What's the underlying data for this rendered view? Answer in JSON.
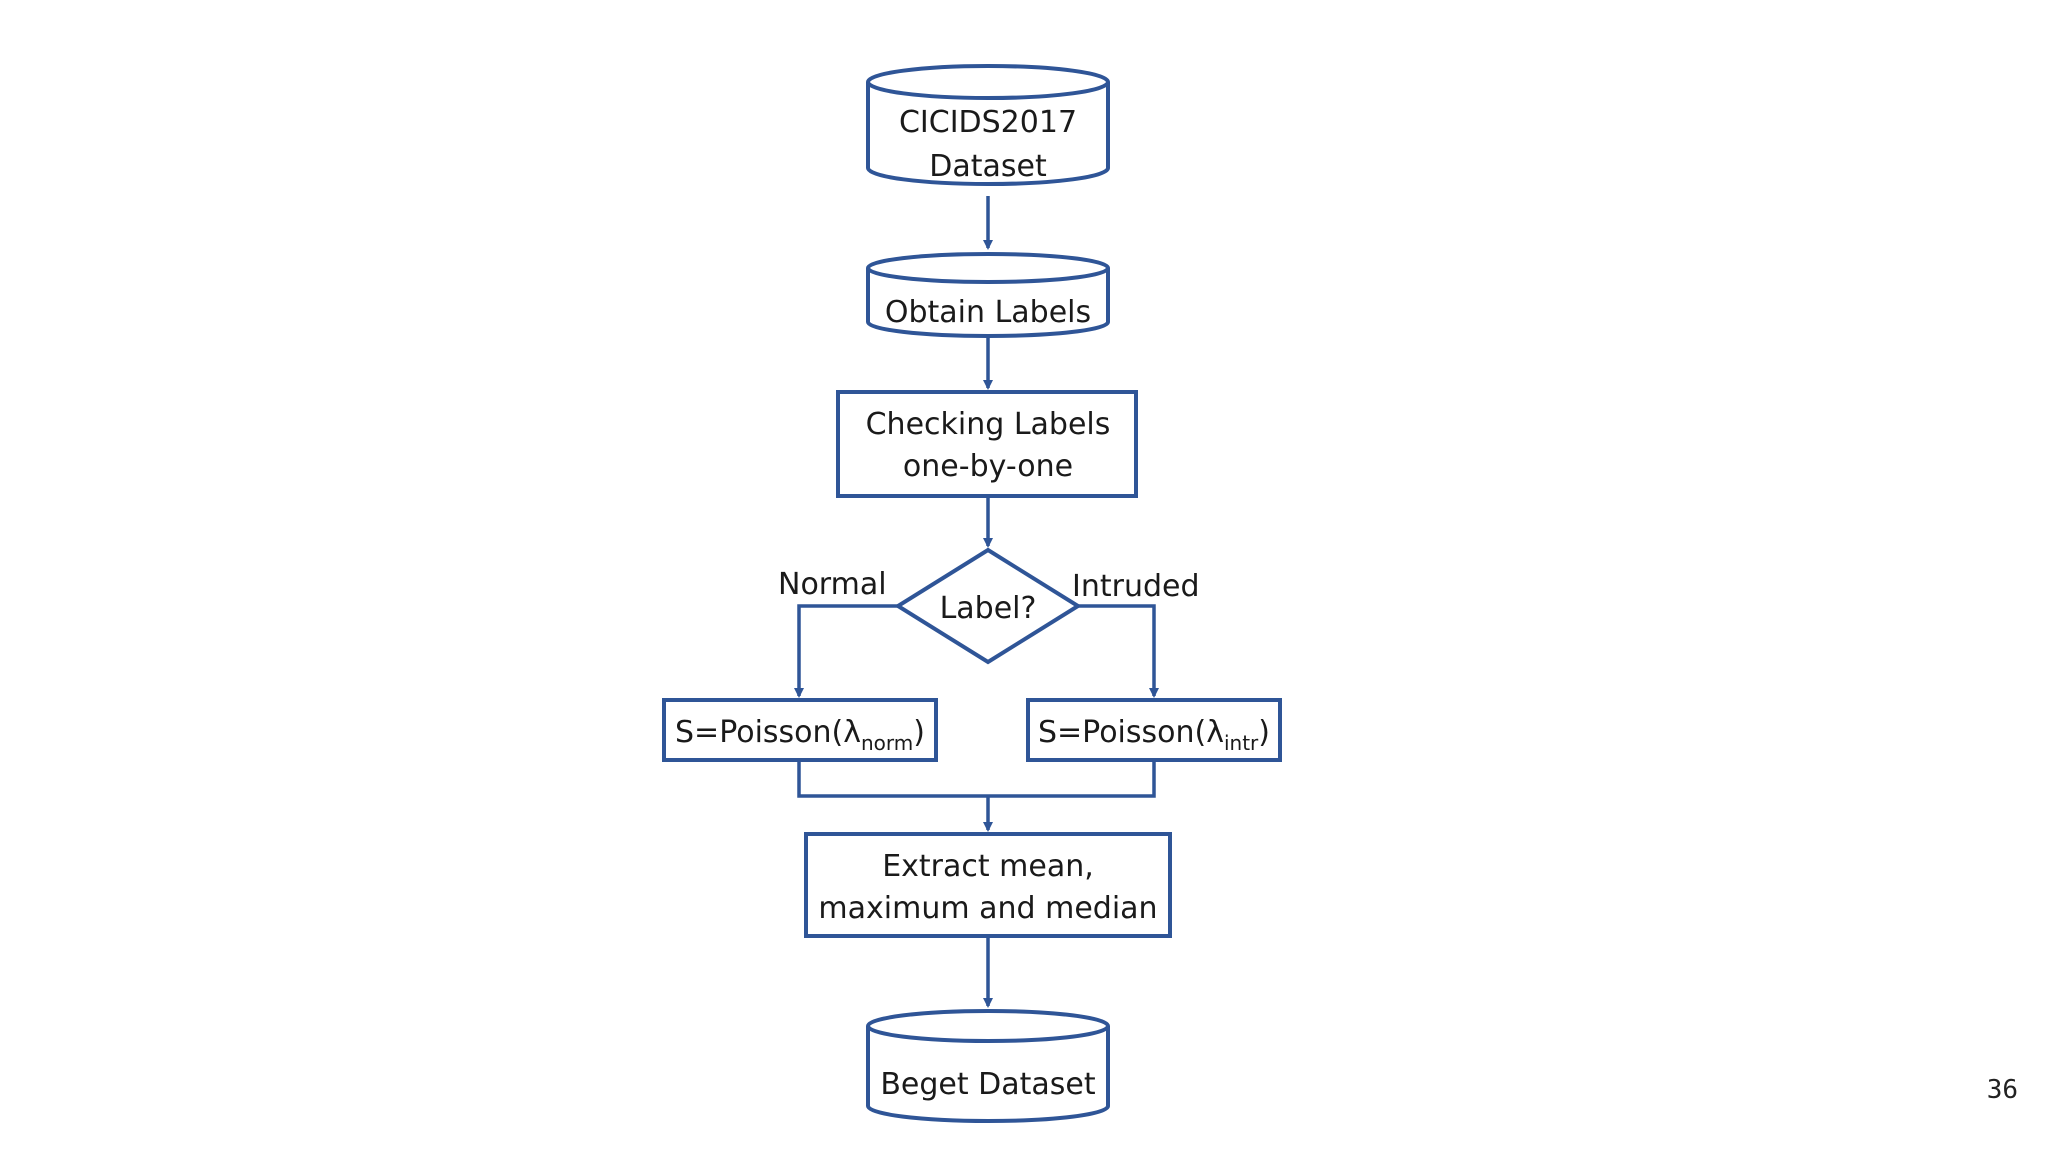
{
  "diagram": {
    "nodes": {
      "dataset": {
        "line1": "CICIDS2017",
        "line2": "Dataset"
      },
      "obtain_labels": {
        "label": "Obtain Labels"
      },
      "checking_labels": {
        "line1": "Checking Labels",
        "line2": "one-by-one"
      },
      "decision": {
        "label": "Label?"
      },
      "poisson_norm": {
        "prefix": "S=Poisson(λ",
        "subscript": "norm",
        "suffix": ")"
      },
      "poisson_intr": {
        "prefix": "S=Poisson(λ",
        "subscript": "intr",
        "suffix": ")"
      },
      "extract": {
        "line1": "Extract mean,",
        "line2": "maximum and median"
      },
      "beget": {
        "label": "Beget Dataset"
      }
    },
    "branches": {
      "left": "Normal",
      "right": "Intruded"
    }
  },
  "footer": {
    "page_number": "36"
  },
  "colors": {
    "stroke": "#2f5597",
    "text": "#1a1a1a",
    "background": "#ffffff"
  }
}
